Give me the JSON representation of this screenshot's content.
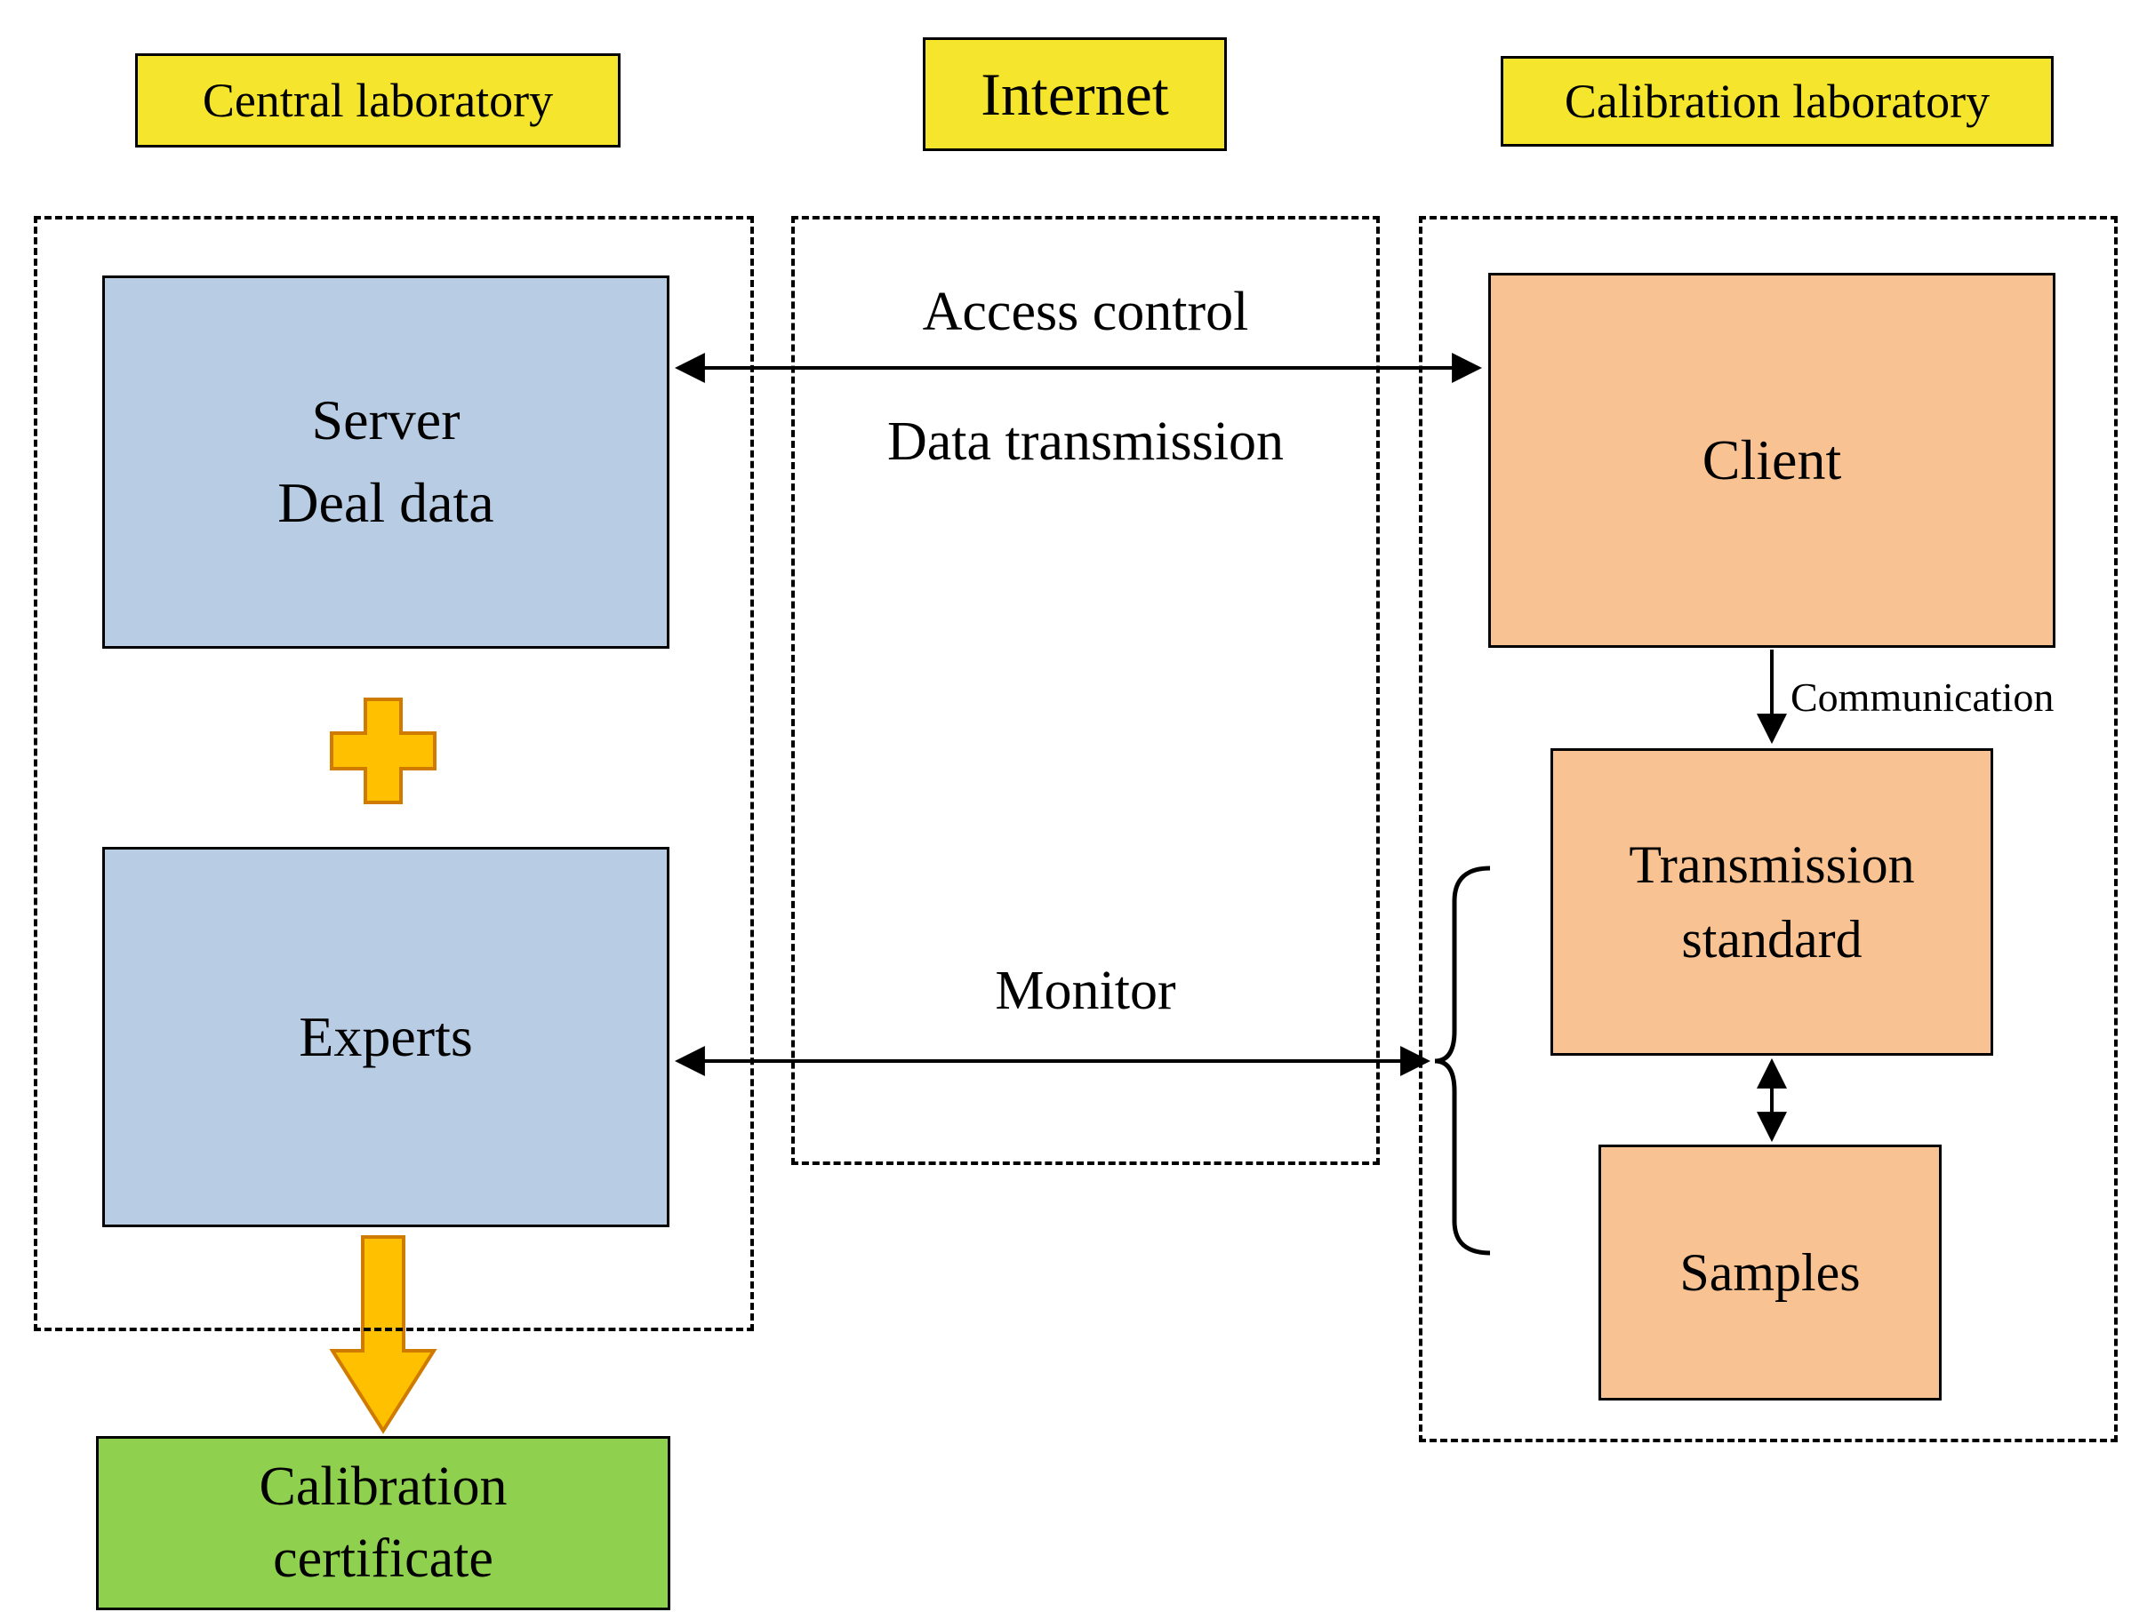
{
  "header_labels": {
    "central_laboratory": "Central laboratory",
    "internet": "Internet",
    "calibration_laboratory": "Calibration laboratory"
  },
  "central_lab": {
    "server": "Server\nDeal data",
    "experts": "Experts",
    "certificate": "Calibration\ncertificate"
  },
  "internet_links": {
    "access_control": "Access control",
    "data_transmission": "Data transmission",
    "monitor": "Monitor"
  },
  "calibration_lab": {
    "client": "Client",
    "communication": "Communication",
    "transmission_standard": "Transmission\nstandard",
    "samples": "Samples"
  },
  "icons": {
    "plus": "plus-icon",
    "down_block_arrow": "down-block-arrow-icon",
    "bracket": "left-brace"
  },
  "colors": {
    "label_yellow": "#f5e62d",
    "node_blue": "#b8cce4",
    "node_orange": "#f8c292",
    "node_green": "#90d04f",
    "arrow_gold": "#ffc000",
    "arrow_gold_border": "#cf7b00",
    "line_black": "#000000",
    "background": "#ffffff"
  }
}
